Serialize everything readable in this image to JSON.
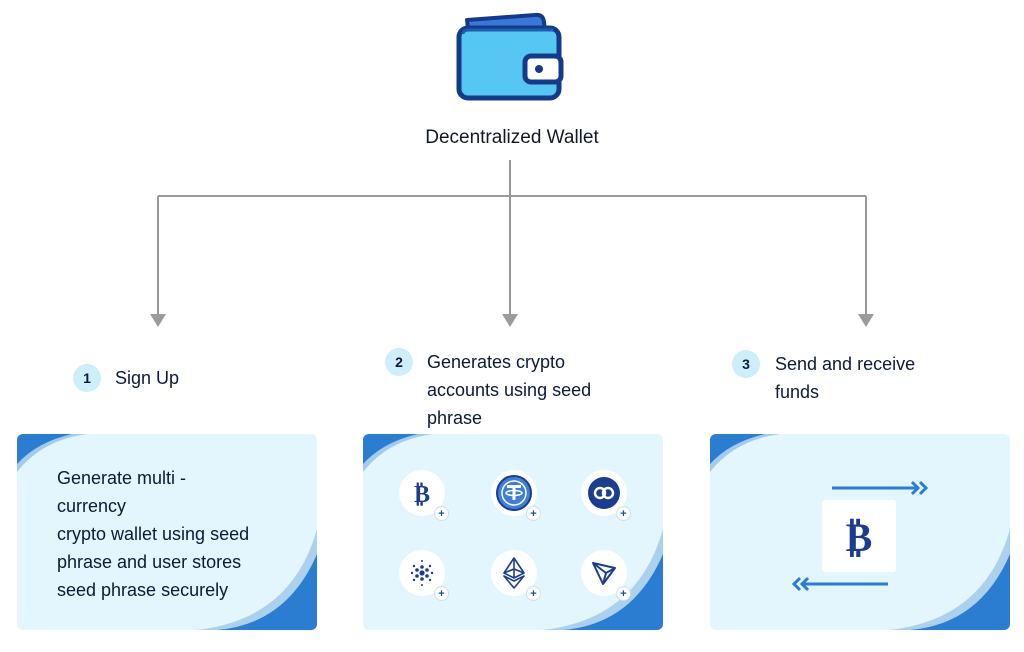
{
  "title": "Decentralized Wallet",
  "colors": {
    "accent": "#2a7dd0",
    "connector": "#9a9a9a",
    "card_bg": "#e3f5fd",
    "badge_bg": "#cdeefa",
    "text": "#0b1a3a"
  },
  "steps": [
    {
      "number": "1",
      "label": "Sign Up"
    },
    {
      "number": "2",
      "label": "Generates crypto\naccounts using seed\nphrase"
    },
    {
      "number": "3",
      "label": "Send and receive\nfunds"
    }
  ],
  "cards": {
    "signup_text": "Generate multi -\ncurrency\ncrypto wallet using seed\nphrase and user stores\nseed phrase securely",
    "accounts_icons": [
      "bitcoin-icon",
      "tether-icon",
      "polygon-icon",
      "cardano-icon",
      "ethereum-icon",
      "tron-icon"
    ],
    "funds_icons": [
      "send-arrow-icon",
      "bitcoin-icon",
      "receive-arrow-icon"
    ]
  },
  "icons": {
    "header": "wallet-icon",
    "add": "+"
  }
}
